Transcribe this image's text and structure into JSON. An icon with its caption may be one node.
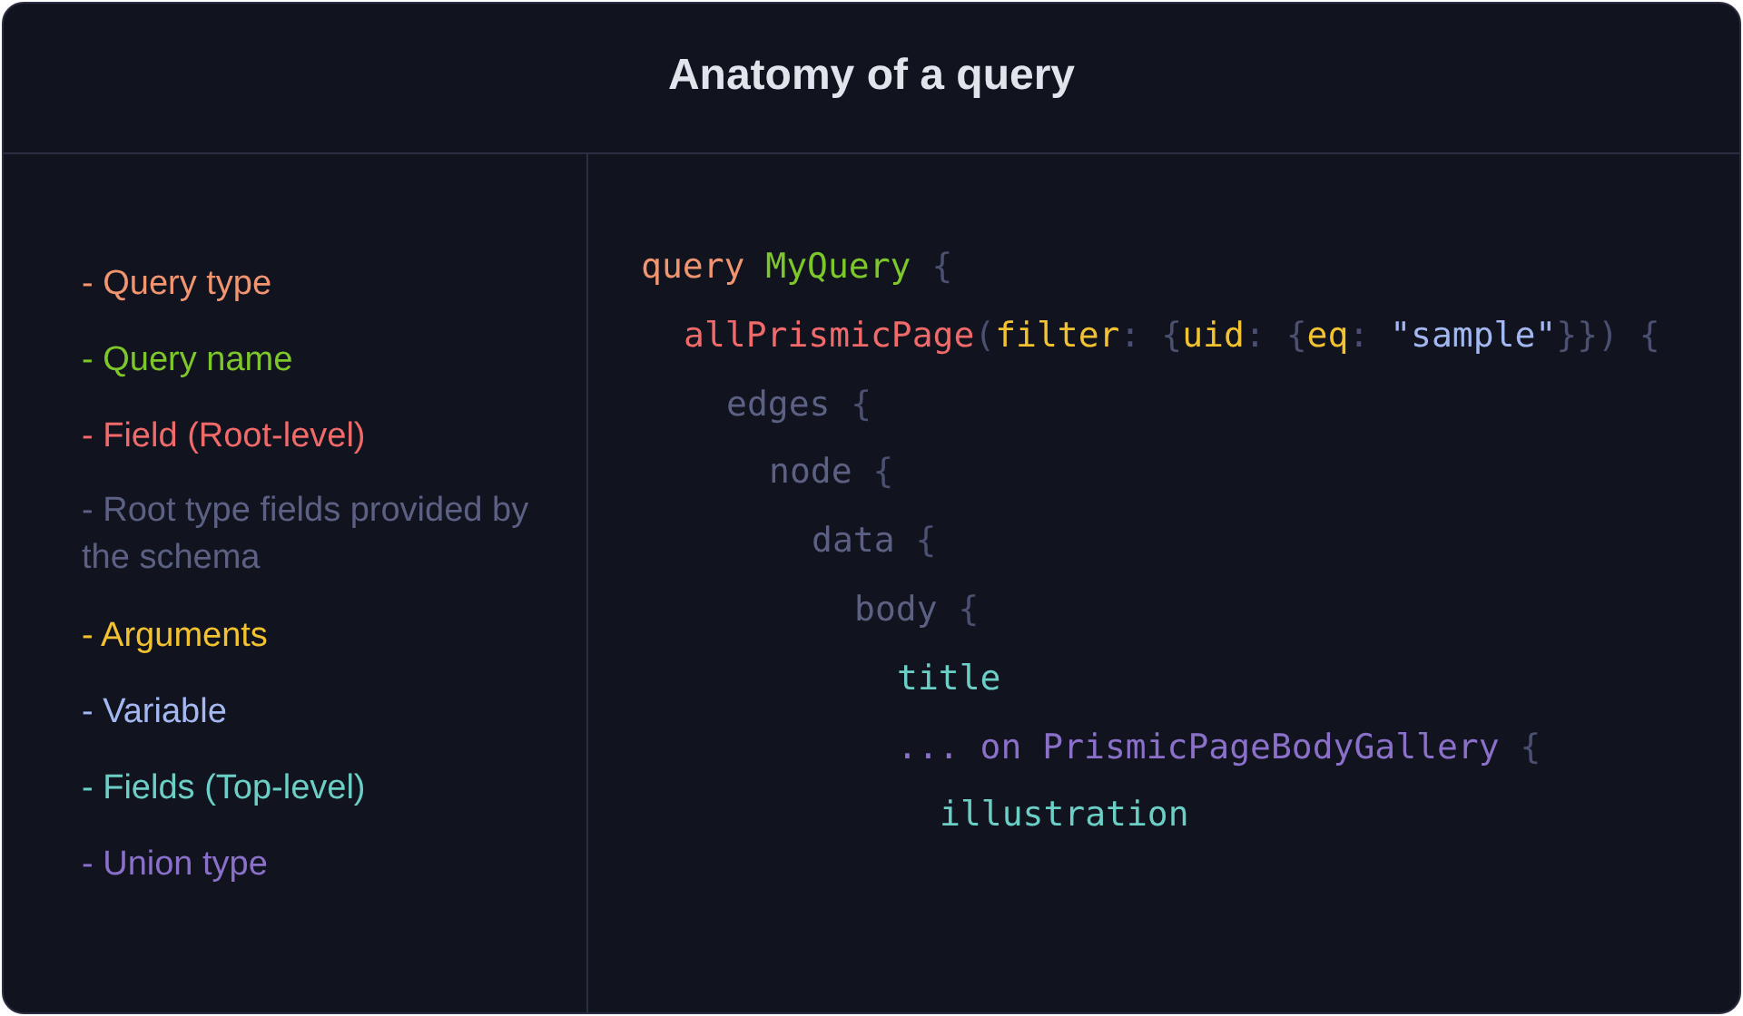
{
  "diagram": {
    "title": "Anatomy of a query",
    "labels": [
      "query MyQuery {",
      "allPrismicPage(filter: {uid: {eq: \"sample\"}}) {",
      "edges {",
      "node {",
      "data {",
      "body {",
      "title",
      "... on PrismicPageBodyGallery {",
      "illustration"
    ],
    "legend": [
      {
        "text": "- Query type",
        "color": "#f0956f"
      },
      {
        "text": "- Query name",
        "color": "#7ec72a"
      },
      {
        "text": "- Field (Root-level)",
        "color": "#f06a6a"
      },
      {
        "text": "-  Root type fields provided by the schema",
        "color": "#5c6184"
      },
      {
        "text": "- Arguments",
        "color": "#f2c230"
      },
      {
        "text": "- Variable",
        "color": "#a3b8f0"
      },
      {
        "text": "- Fields (Top-level)",
        "color": "#6ccfc6"
      },
      {
        "text": "- Union type",
        "color": "#8a70c8"
      }
    ]
  }
}
